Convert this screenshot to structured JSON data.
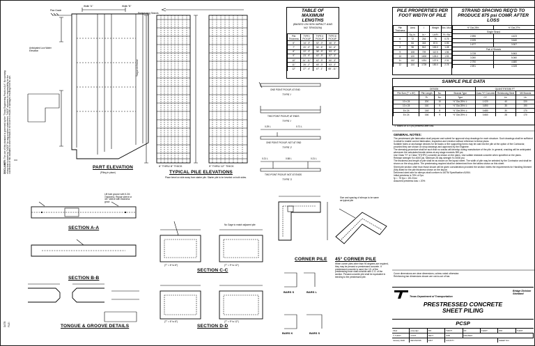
{
  "side_notes": {
    "disclaimer_heading": "DISCLAIMER:",
    "disclaimer_text": "The use of this standard is governed by the \"Texas Engineering Practice Act\". No warranty of any kind is made by TxDOT for any purpose whatsoever. TxDOT assumes no responsibility for the conversion of this standard to other formats or for incorrect results or damages resulting from its use.",
    "date_label": "DATE:",
    "file_label": "FILE:"
  },
  "part_elevation": {
    "title": "PART ELEVATION",
    "subtitle": "(Piling in place)",
    "labels": {
      "plan_grade": "Plan Grade",
      "anticipated": "Anticipated Low Water Elevation",
      "width_a": "Width \"A\"",
      "width_b": "Width \"B\"",
      "prestressing": "Prestressing Strands",
      "tongue_groove": "Tongue & Groove"
    }
  },
  "typical_elev": {
    "title": "TYPICAL PILE ELEVATIONS",
    "left": "6\" THRU 8\" THICK",
    "right": "9\" THRU 12\" THICK",
    "note": "Place bevel on side away from starter pile. Starter pile to be beveled on both sides."
  },
  "pickups": [
    {
      "label": "ONE POINT PICKUP, AT END",
      "type": "TYPE I"
    },
    {
      "label": "TWO POINT PICKUP, AT ENDS",
      "type": "TYPE I"
    },
    {
      "label": "ONE POINT PICKUP, NOT AT END",
      "type": "TYPE 2"
    },
    {
      "label": "TWO POINT PICKUP, NOT AT ENDS",
      "type": "TYPE 3"
    }
  ],
  "pickup_dims": [
    "0.29 L",
    "0.71 L",
    "0.21 L",
    "0.58 L",
    "0.21 L"
  ],
  "sections": {
    "aa": "SECTION A-A",
    "bb": "SECTION B-B",
    "tongue": "TONGUE & GROOVE DETAILS",
    "cc": "SECTION C-C",
    "dd": "SECTION D-D",
    "corner": "CORNER PILE",
    "corner45": "45° CORNER PILE",
    "bars_s": "BARS S",
    "bars_l": "BARS L",
    "bars_k": "BARS K",
    "bars_s2": "BARS S",
    "cc_sub_left": "(T\" = 6\" to 8\")",
    "cc_sub_right": "(T\" = 9\" to 12\")",
    "dd_sub_left": "(T\" = 6\" to 8\")",
    "dd_sub_right": "(T\" = 9\" to 12\")",
    "lift_note": "Lift hole groove with 5-3/4 Thickness, Repair sleeve or 3/4\" sleeve with thickness grout",
    "match_note": "No Gage to match adjacent pile",
    "size_note": "Size and spacing of stirrups to be same as typical pile"
  },
  "corner_note": "When corner piles other than 90 degrees are required, they may be precast or prestressed concrete. If prestressed concrete is used, the I.D. of the prestressing force shall coincide with C.G. of the section. Precast concrete pile shall be equivalent in bending to the prestressed pile.",
  "max_lengths": {
    "title": "TABLE OF MAXIMUM LENGTHS",
    "subtitle": "(BASED ON 50% IMPACT AND NO TENSION)",
    "headers": [
      "Pile Thickness",
      "TYPE I PICKUP",
      "TYPE II PICKUP",
      "TYPE III PICKUP"
    ],
    "rows": [
      [
        "6\"",
        "14' - 3\"",
        "32' - 0\"",
        "46' - 3\""
      ],
      [
        "7\"",
        "20' - 0\"",
        "36' - 6\"",
        "50' - 6\""
      ],
      [
        "8\"",
        "22' - 3\"",
        "38' - 9\"",
        "53' - 3\""
      ],
      [
        "9\"",
        "23' - 9\"",
        "40' - 9\"",
        "57' - 3\""
      ],
      [
        "10\"",
        "24' - 11\"",
        "42' - 9\"",
        "60' - 3\""
      ],
      [
        "11\"",
        "26' - 2\"",
        "45' - 3\"",
        "63' - 3\""
      ],
      [
        "12\"",
        "27' - 4\"",
        "47' - 1\"",
        "65' - 11\""
      ]
    ]
  },
  "pile_props": {
    "title": "PILE PROPERTIES PER FOOT WIDTH OF PILE",
    "headers": [
      "Pile Thickness",
      "Area",
      "I",
      "Weight",
      "Sec. Mod."
    ],
    "units": [
      "",
      "Sq. In.",
      "In.⁴",
      "Lb/Ft",
      "Ft.³ Rw"
    ],
    "rows": [
      [
        "6",
        "72",
        "216",
        "75",
        "0.75"
      ],
      [
        "7",
        "84",
        "343",
        "87.5",
        "0.95"
      ],
      [
        "8",
        "96",
        "512",
        "100.0",
        "1.28"
      ],
      [
        "9",
        "108",
        "729",
        "112.5",
        "1.56"
      ],
      [
        "10",
        "120",
        "1000",
        "125.0",
        "1.93"
      ],
      [
        "11",
        "132",
        "1331",
        "137.5",
        "2.31"
      ],
      [
        "12",
        "144",
        "1728",
        "150.0",
        "2.78"
      ]
    ]
  },
  "strand_spacing": {
    "title": "STRAND SPACING REQ'D TO PRODUCE 875 psi COMP. AFTER LOSS",
    "headers": [
      "½\" Dia 25%",
      "⅜\" Dia 27%"
    ],
    "group1": "Single Strand",
    "group2": "Pair of Strands",
    "rows": [
      [
        "2.596",
        "4.423"
      ],
      [
        "2.225",
        "3.640"
      ],
      [
        "1.677",
        "3.307"
      ],
      [
        "3.728",
        "5.563"
      ],
      [
        "3.260",
        "5.060"
      ],
      [
        "2.790",
        "4.680"
      ],
      [
        "2.591",
        "4.328"
      ]
    ]
  },
  "sample_pile": {
    "title": "SAMPLE PILE DATA",
    "design": "DESIGN",
    "quantities": "QUANTITIES/50 FT",
    "headers": [
      "Pile Size (T\" x W\")",
      "Pile Length",
      "No.",
      "Strands Type",
      "Class \"H\" Concrete",
      "Reinforcing Steel",
      "3/8 Strands"
    ],
    "units": [
      "",
      "Ft.",
      "No.",
      "Type",
      "CY",
      "Lb.",
      "Lb."
    ],
    "rows": [
      [
        "10 x 24",
        "200",
        "10",
        "½\" Dia 25% ①",
        "1.020",
        "40",
        "220"
      ],
      [
        "10 x 24",
        "160",
        "9",
        "½\" Dia 25% ①",
        "0.890",
        "35",
        "190"
      ],
      [
        "8 x 24",
        "148",
        "8",
        "½\" Dia 25% ①",
        "0.680",
        "30",
        "170"
      ],
      [
        "8 x 24",
        "166",
        "9",
        "½\" Dia 25% ①",
        "0.660",
        "28",
        "170"
      ]
    ],
    "footnote": "① Based on 875 psi prestress after loss."
  },
  "general_notes": {
    "heading": "GENERAL NOTES:",
    "paragraphs": [
      "The prestressed pile fabrication shall prepare and submit for approval shop drawings for each structure. Such drawings shall be sufficient in detail to enable correct fabrication, inspection and erection without reference to these plans.",
      "Suitable holes or anchorage devices for tie backs or fire supporting forms may be cast into the pile at the option of the Contractor, provided they are shown on shop drawings and approved by the Engineer.",
      "The stressing procedure shall be such that no cracks will develop during manufacture of the pile. In general, cracking will be anticipated whenever the calculated tensile stress at any stage exceeds 590 psi.",
      "Use Class \"H\" or Class \"H\"(HPC) concrete as shown on the plans. Use sulfate resistant concrete when specified on the plans.",
      "Release strength f'ci=4000 psi. Minimum 28 day strength f'c=5000 psi.",
      "The thickness and length of pile shall be as shown on the layout sheet. The width of pile may be selected by the Contractor and shall be shown on the shop plans. The prestressing required shall be determined from the tables shown on this sheet.",
      "Sheet pile section other than those shown will be given consideration provided the section meets the requirements for Handling Moment (Ma) listed for the pile thickness shown on the layout.",
      "Deformed steel wire for stirrups shall conform to ASTM Specification A1064.",
      "Initial prestress is 75% of f'pu.",
      "fp = .75 fpu = 151.5 ksi"
    ],
    "losses": "Assumed prestress loss = 20%",
    "cover": "Cover dimensions are clear dimensions, unless noted otherwise.",
    "reinf": "Reinforcing bar dimensions shown are out-to-out of bar."
  },
  "title_block": {
    "agency": "Texas Department of Transportation",
    "division": "Bridge Division Standard",
    "title_line1": "PRESTRESSED CONCRETE",
    "title_line2": "SHEET PILING",
    "code": "PCSP",
    "file_label": "FILE:",
    "file_value": "pcsp.dgn",
    "dn_label": "DN:",
    "dn_value": "TxDOT",
    "ck_label": "CK:",
    "ck_value": "TxDOT",
    "dw_label": "DW:",
    "dw_value": "TxDOT",
    "copyright": "© TxDOT",
    "date": "January 2020",
    "cont_label": "CONT",
    "sect_label": "SECT",
    "job_label": "JOB",
    "highway_label": "HIGHWAY",
    "revisions_label": "REVISIONS",
    "dist_label": "DIST",
    "county_label": "COUNTY",
    "sheet_label": "SHEET NO."
  },
  "colors": {
    "ink": "#000000",
    "paper": "#ffffff"
  }
}
